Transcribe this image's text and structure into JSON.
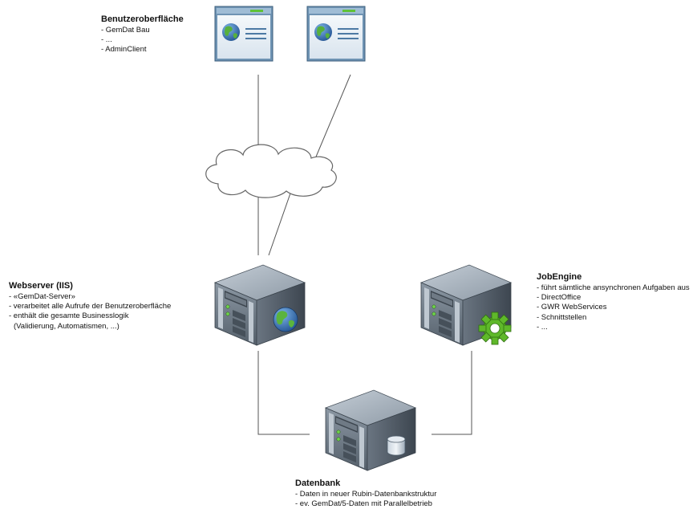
{
  "ui": {
    "title": "Benutzeroberfläche",
    "items": [
      "- GemDat Bau",
      "- ...",
      "- AdminClient"
    ]
  },
  "webserver": {
    "title": "Webserver (IIS)",
    "items": [
      "- «GemDat-Server»",
      "- verarbeitet alle Aufrufe der Benutzeroberfläche",
      "- enthält die gesamte Businesslogik",
      "(Validierung, Automatismen, ...)"
    ]
  },
  "jobengine": {
    "title": "JobEngine",
    "items": [
      "- führt sämtliche ansynchronen Aufgaben aus",
      "- DirectOffice",
      "- GWR WebServices",
      "- Schnittstellen",
      "- ..."
    ]
  },
  "datenbank": {
    "title": "Datenbank",
    "items": [
      "- Daten in neuer Rubin-Datenbankstruktur",
      "- ev. GemDat/5-Daten mit Parallelbetrieb"
    ]
  },
  "icons": {
    "browser": "browser-window-icon",
    "cloud": "cloud-icon",
    "server": "server-icon",
    "globe": "globe-icon",
    "gear": "gear-icon",
    "database": "database-icon"
  },
  "colors": {
    "server_body": "#6c7884",
    "server_top": "#a4afba",
    "gear": "#5fb82a",
    "browser_frame": "#5f87a8",
    "globe": "#2f6fb3"
  }
}
